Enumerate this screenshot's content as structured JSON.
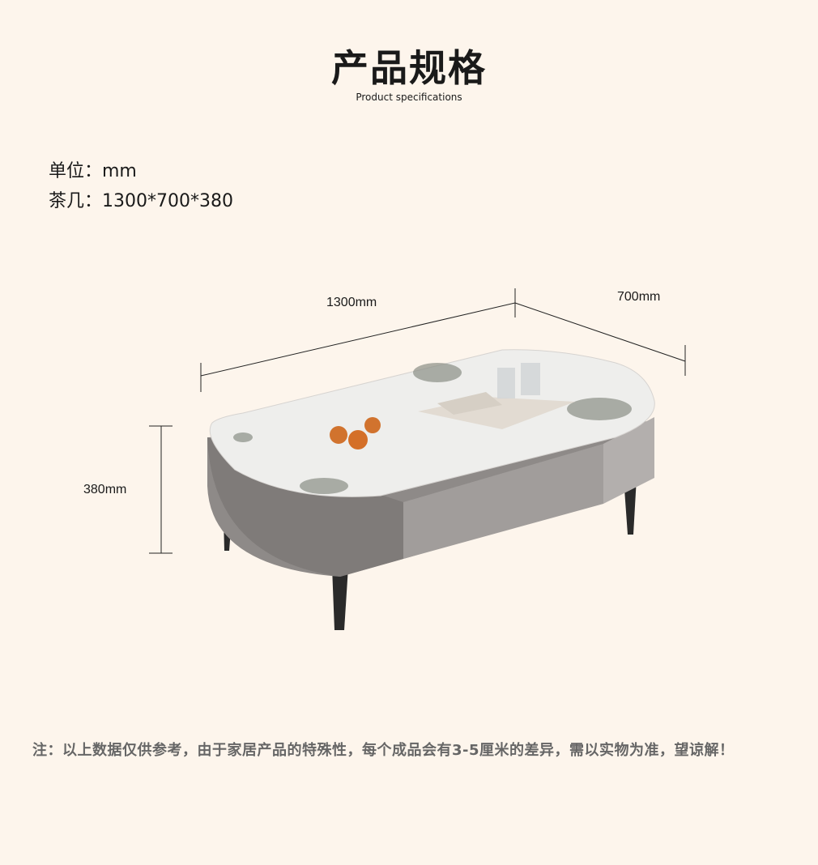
{
  "header": {
    "title": "产品规格",
    "subtitle": "Product specifications"
  },
  "specs": {
    "unit": "单位：mm",
    "coffee_table": "茶几：1300*700*380"
  },
  "dimensions": {
    "length": "1300mm",
    "width": "700mm",
    "height": "380mm"
  },
  "note": "注：以上数据仅供参考，由于家居产品的特殊性，每个成品会有3-5厘米的差异，需以实物为准，望谅解！",
  "colors": {
    "background": "#fdf5ec",
    "note_text": "#666666",
    "cabinet": "#9b9795",
    "marble": "#eeeeec"
  }
}
